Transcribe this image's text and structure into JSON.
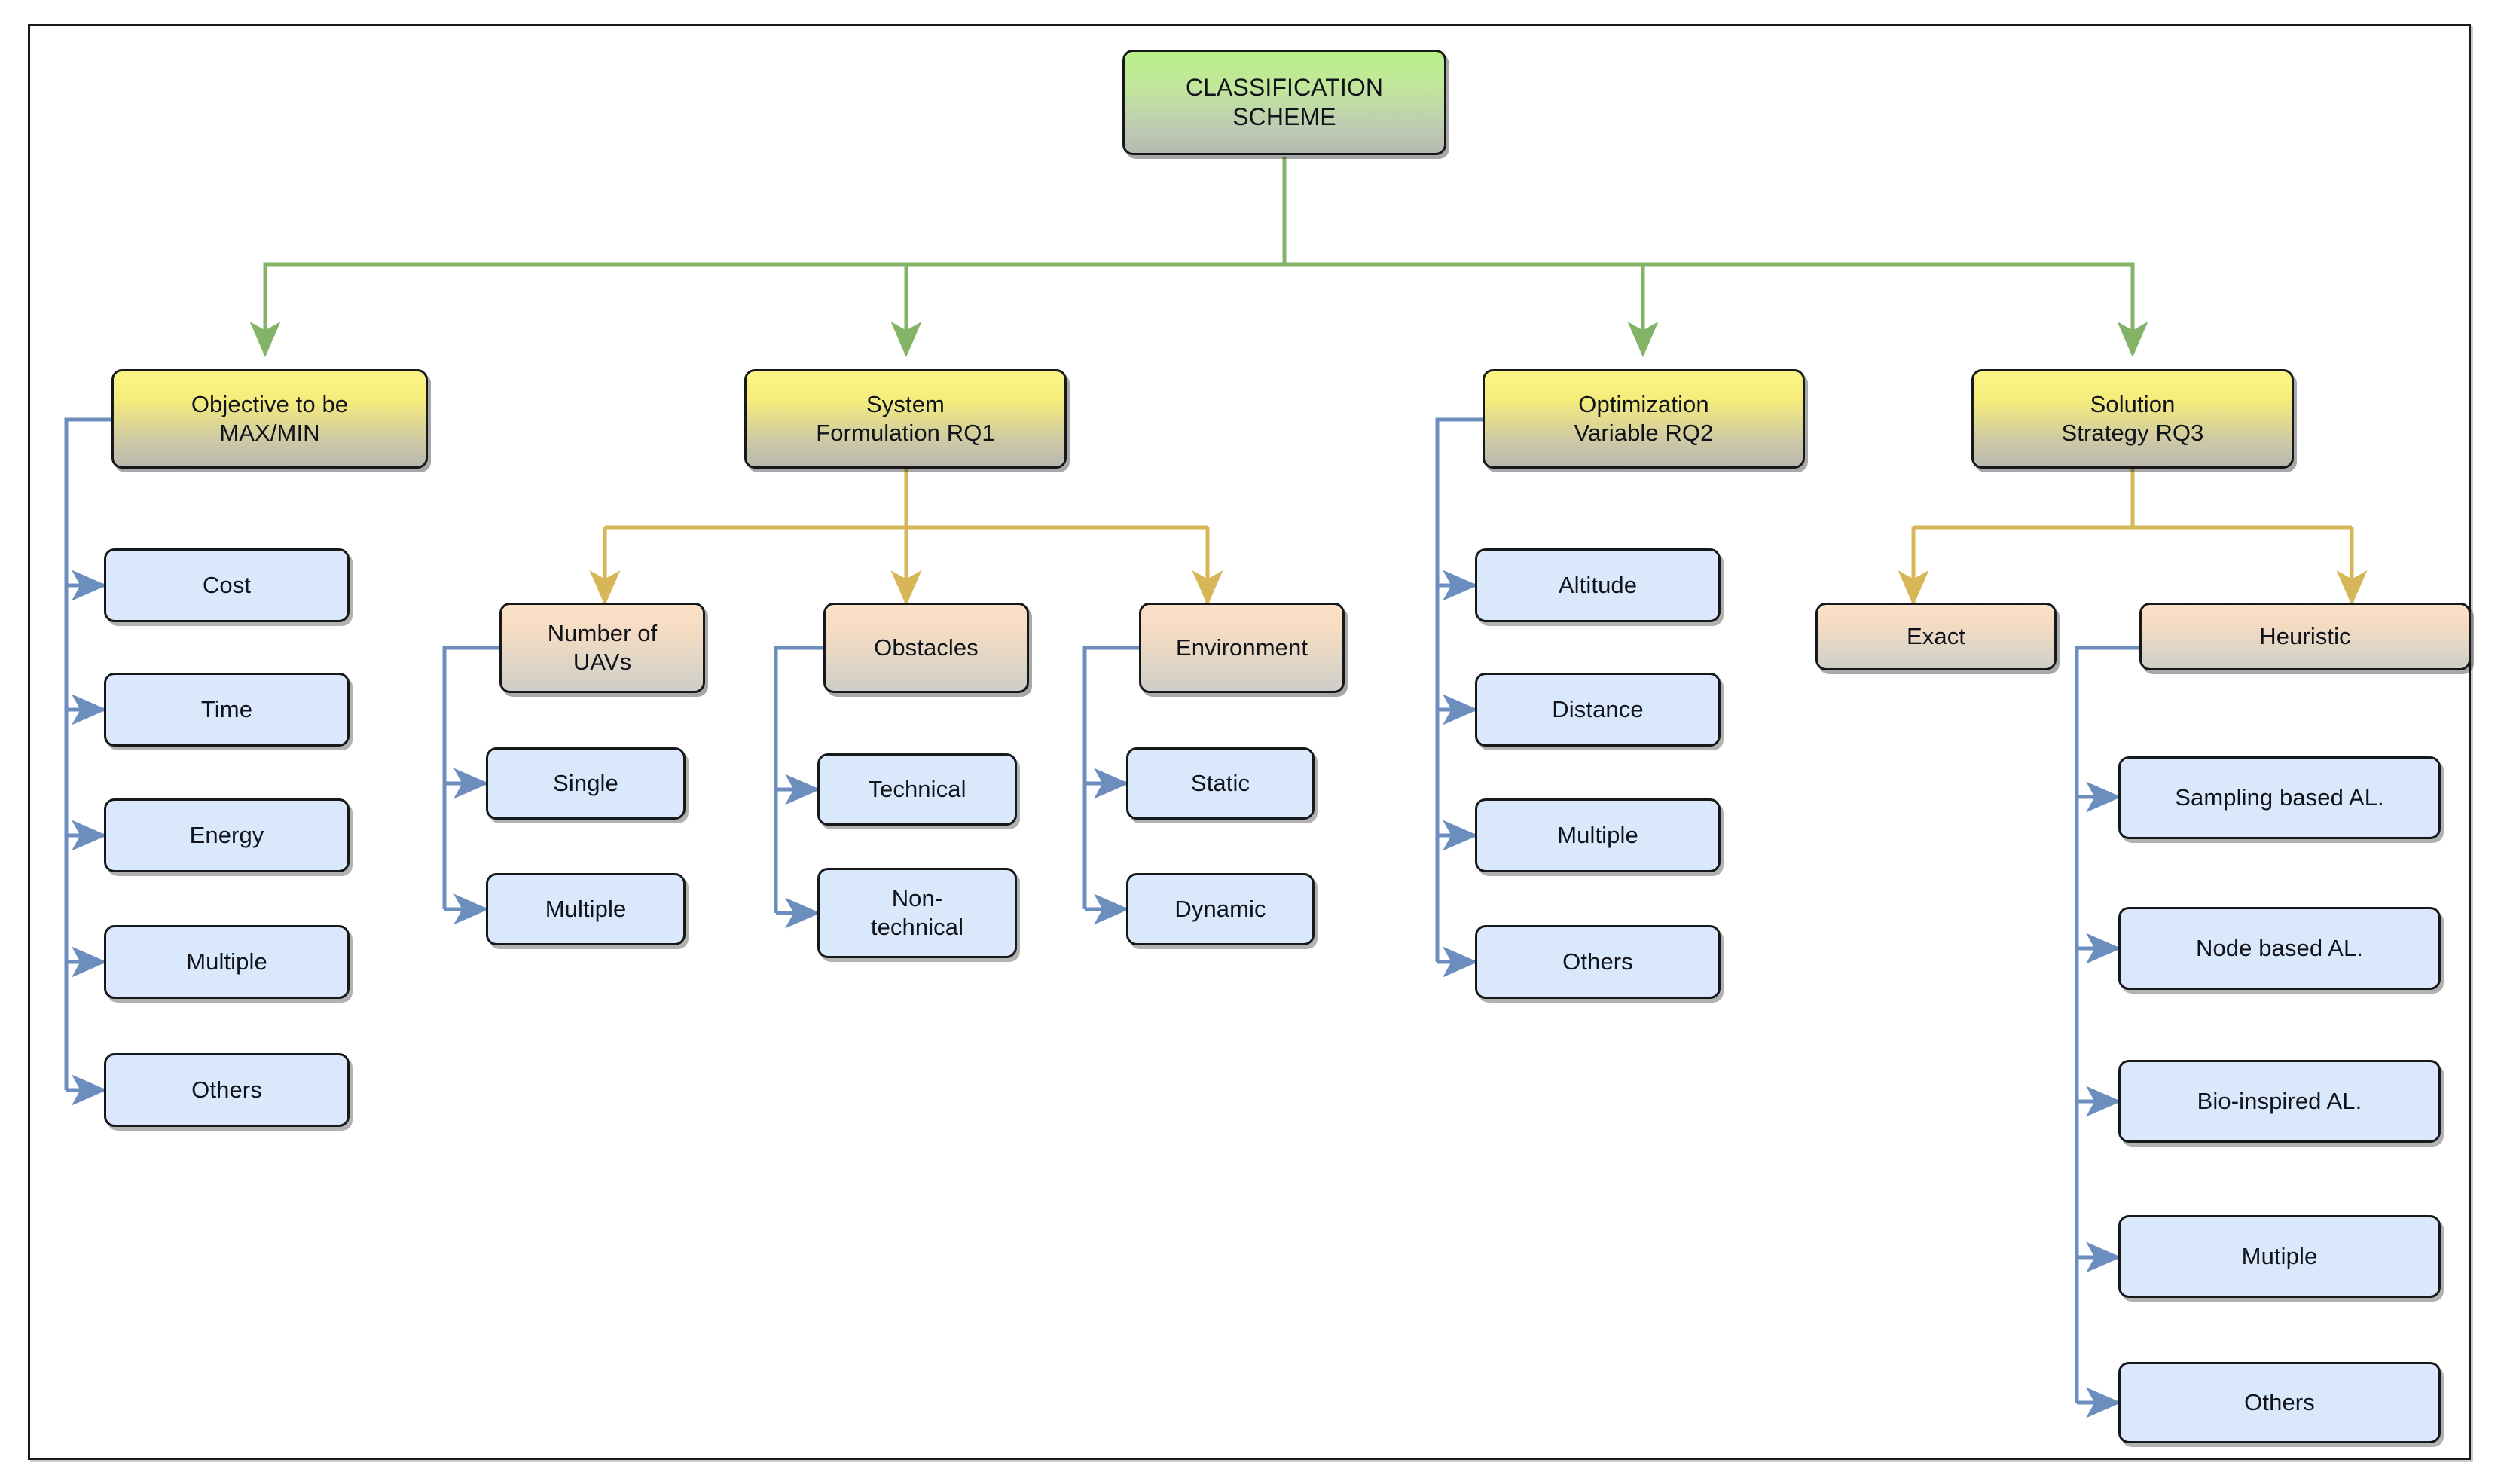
{
  "diagram": {
    "title": "CLASSIFICATION SCHEME",
    "colors": {
      "root_green": "#b9f08a",
      "level2_yellow": "#fbf585",
      "level3_peach": "#fae0c6",
      "leaf_blue": "#dae8fc",
      "green_connector": "#82b366",
      "amber_connector": "#d6b656",
      "blue_connector": "#6c8ebf",
      "border_dark": "#17181a"
    },
    "root": {
      "label": "CLASSIFICATION SCHEME"
    },
    "branches": [
      {
        "id": "objective",
        "label": "Objective to be MAX/MIN",
        "children": [
          {
            "label": "Cost"
          },
          {
            "label": "Time"
          },
          {
            "label": "Energy"
          },
          {
            "label": "Multiple"
          },
          {
            "label": "Others"
          }
        ]
      },
      {
        "id": "system-formulation",
        "label": "System Formulation RQ1",
        "children": [
          {
            "label": "Number of UAVs",
            "children": [
              {
                "label": "Single"
              },
              {
                "label": "Multiple"
              }
            ]
          },
          {
            "label": "Obstacles",
            "children": [
              {
                "label": "Technical"
              },
              {
                "label": "Non-technical"
              }
            ]
          },
          {
            "label": "Environment",
            "children": [
              {
                "label": "Static"
              },
              {
                "label": "Dynamic"
              }
            ]
          }
        ]
      },
      {
        "id": "optimization-variable",
        "label": "Optimization Variable RQ2",
        "children": [
          {
            "label": "Altitude"
          },
          {
            "label": "Distance"
          },
          {
            "label": "Multiple"
          },
          {
            "label": "Others"
          }
        ]
      },
      {
        "id": "solution-strategy",
        "label": "Solution Strategy RQ3",
        "children": [
          {
            "label": "Exact"
          },
          {
            "label": "Heuristic",
            "children": [
              {
                "label": "Sampling based AL."
              },
              {
                "label": "Node based AL."
              },
              {
                "label": "Bio-inspired AL."
              },
              {
                "label": "Mutiple"
              },
              {
                "label": "Others"
              }
            ]
          }
        ]
      }
    ],
    "nodes": {
      "root_line1": "CLASSIFICATION",
      "root_line2": "SCHEME",
      "objective_line1": "Objective to be",
      "objective_line2": "MAX/MIN",
      "system_line1": "System",
      "system_line2": "Formulation RQ1",
      "optimization_line1": "Optimization",
      "optimization_line2": "Variable RQ2",
      "solution_line1": "Solution",
      "solution_line2": "Strategy RQ3",
      "cost": "Cost",
      "time": "Time",
      "energy": "Energy",
      "multiple_obj": "Multiple",
      "others_obj": "Others",
      "number_of_uavs_line1": "Number of",
      "number_of_uavs_line2": "UAVs",
      "obstacles": "Obstacles",
      "environment": "Environment",
      "single": "Single",
      "multiple_uav": "Multiple",
      "technical": "Technical",
      "non_technical_line1": "Non-",
      "non_technical_line2": "technical",
      "static": "Static",
      "dynamic": "Dynamic",
      "altitude": "Altitude",
      "distance": "Distance",
      "multiple_var": "Multiple",
      "others_var": "Others",
      "exact": "Exact",
      "heuristic": "Heuristic",
      "sampling_based": "Sampling based AL.",
      "node_based": "Node based AL.",
      "bio_inspired": "Bio-inspired AL.",
      "mutiple_heur": "Mutiple",
      "others_heur": "Others"
    }
  }
}
